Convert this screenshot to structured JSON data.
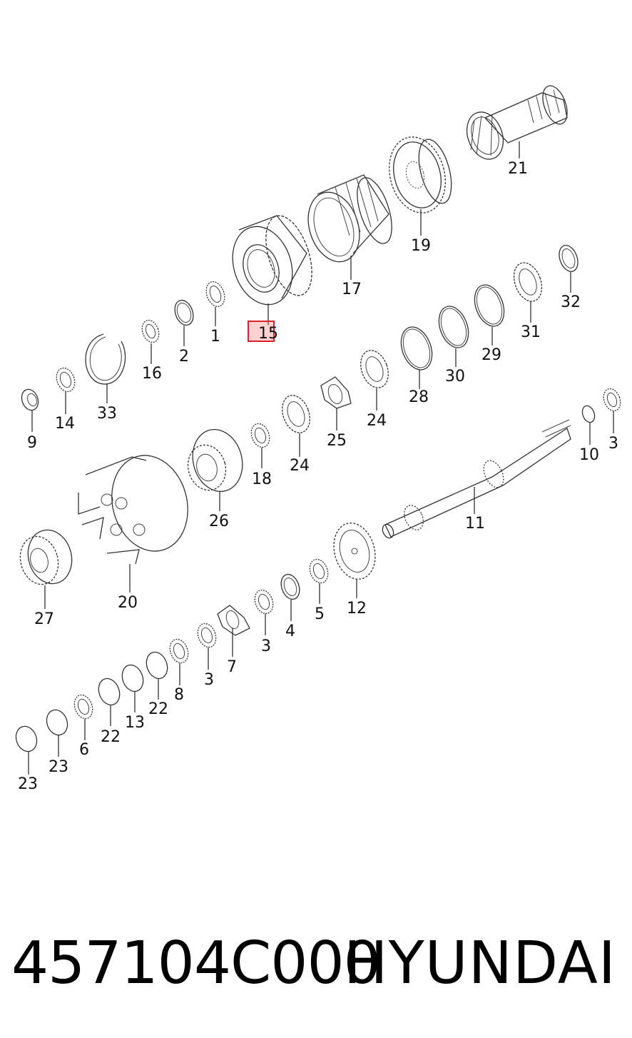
{
  "callouts": {
    "c1": "1",
    "c2": "2",
    "c3a": "3",
    "c3b": "3",
    "c3c": "3",
    "c4": "4",
    "c5": "5",
    "c6": "6",
    "c7": "7",
    "c8": "8",
    "c9": "9",
    "c10": "10",
    "c11": "11",
    "c12": "12",
    "c13": "13",
    "c14": "14",
    "c15": "15",
    "c16": "16",
    "c17": "17",
    "c18": "18",
    "c19": "19",
    "c20": "20",
    "c21": "21",
    "c22a": "22",
    "c22b": "22",
    "c23a": "23",
    "c23b": "23",
    "c24a": "24",
    "c24b": "24",
    "c25": "25",
    "c26": "26",
    "c27": "27",
    "c28": "28",
    "c29": "29",
    "c30": "30",
    "c31": "31",
    "c32": "32",
    "c33": "33"
  },
  "highlighted_part": "15",
  "highlight_color": "#e0202a",
  "footer": {
    "part_number": "457104C000",
    "brand": "HYUNDAI"
  }
}
